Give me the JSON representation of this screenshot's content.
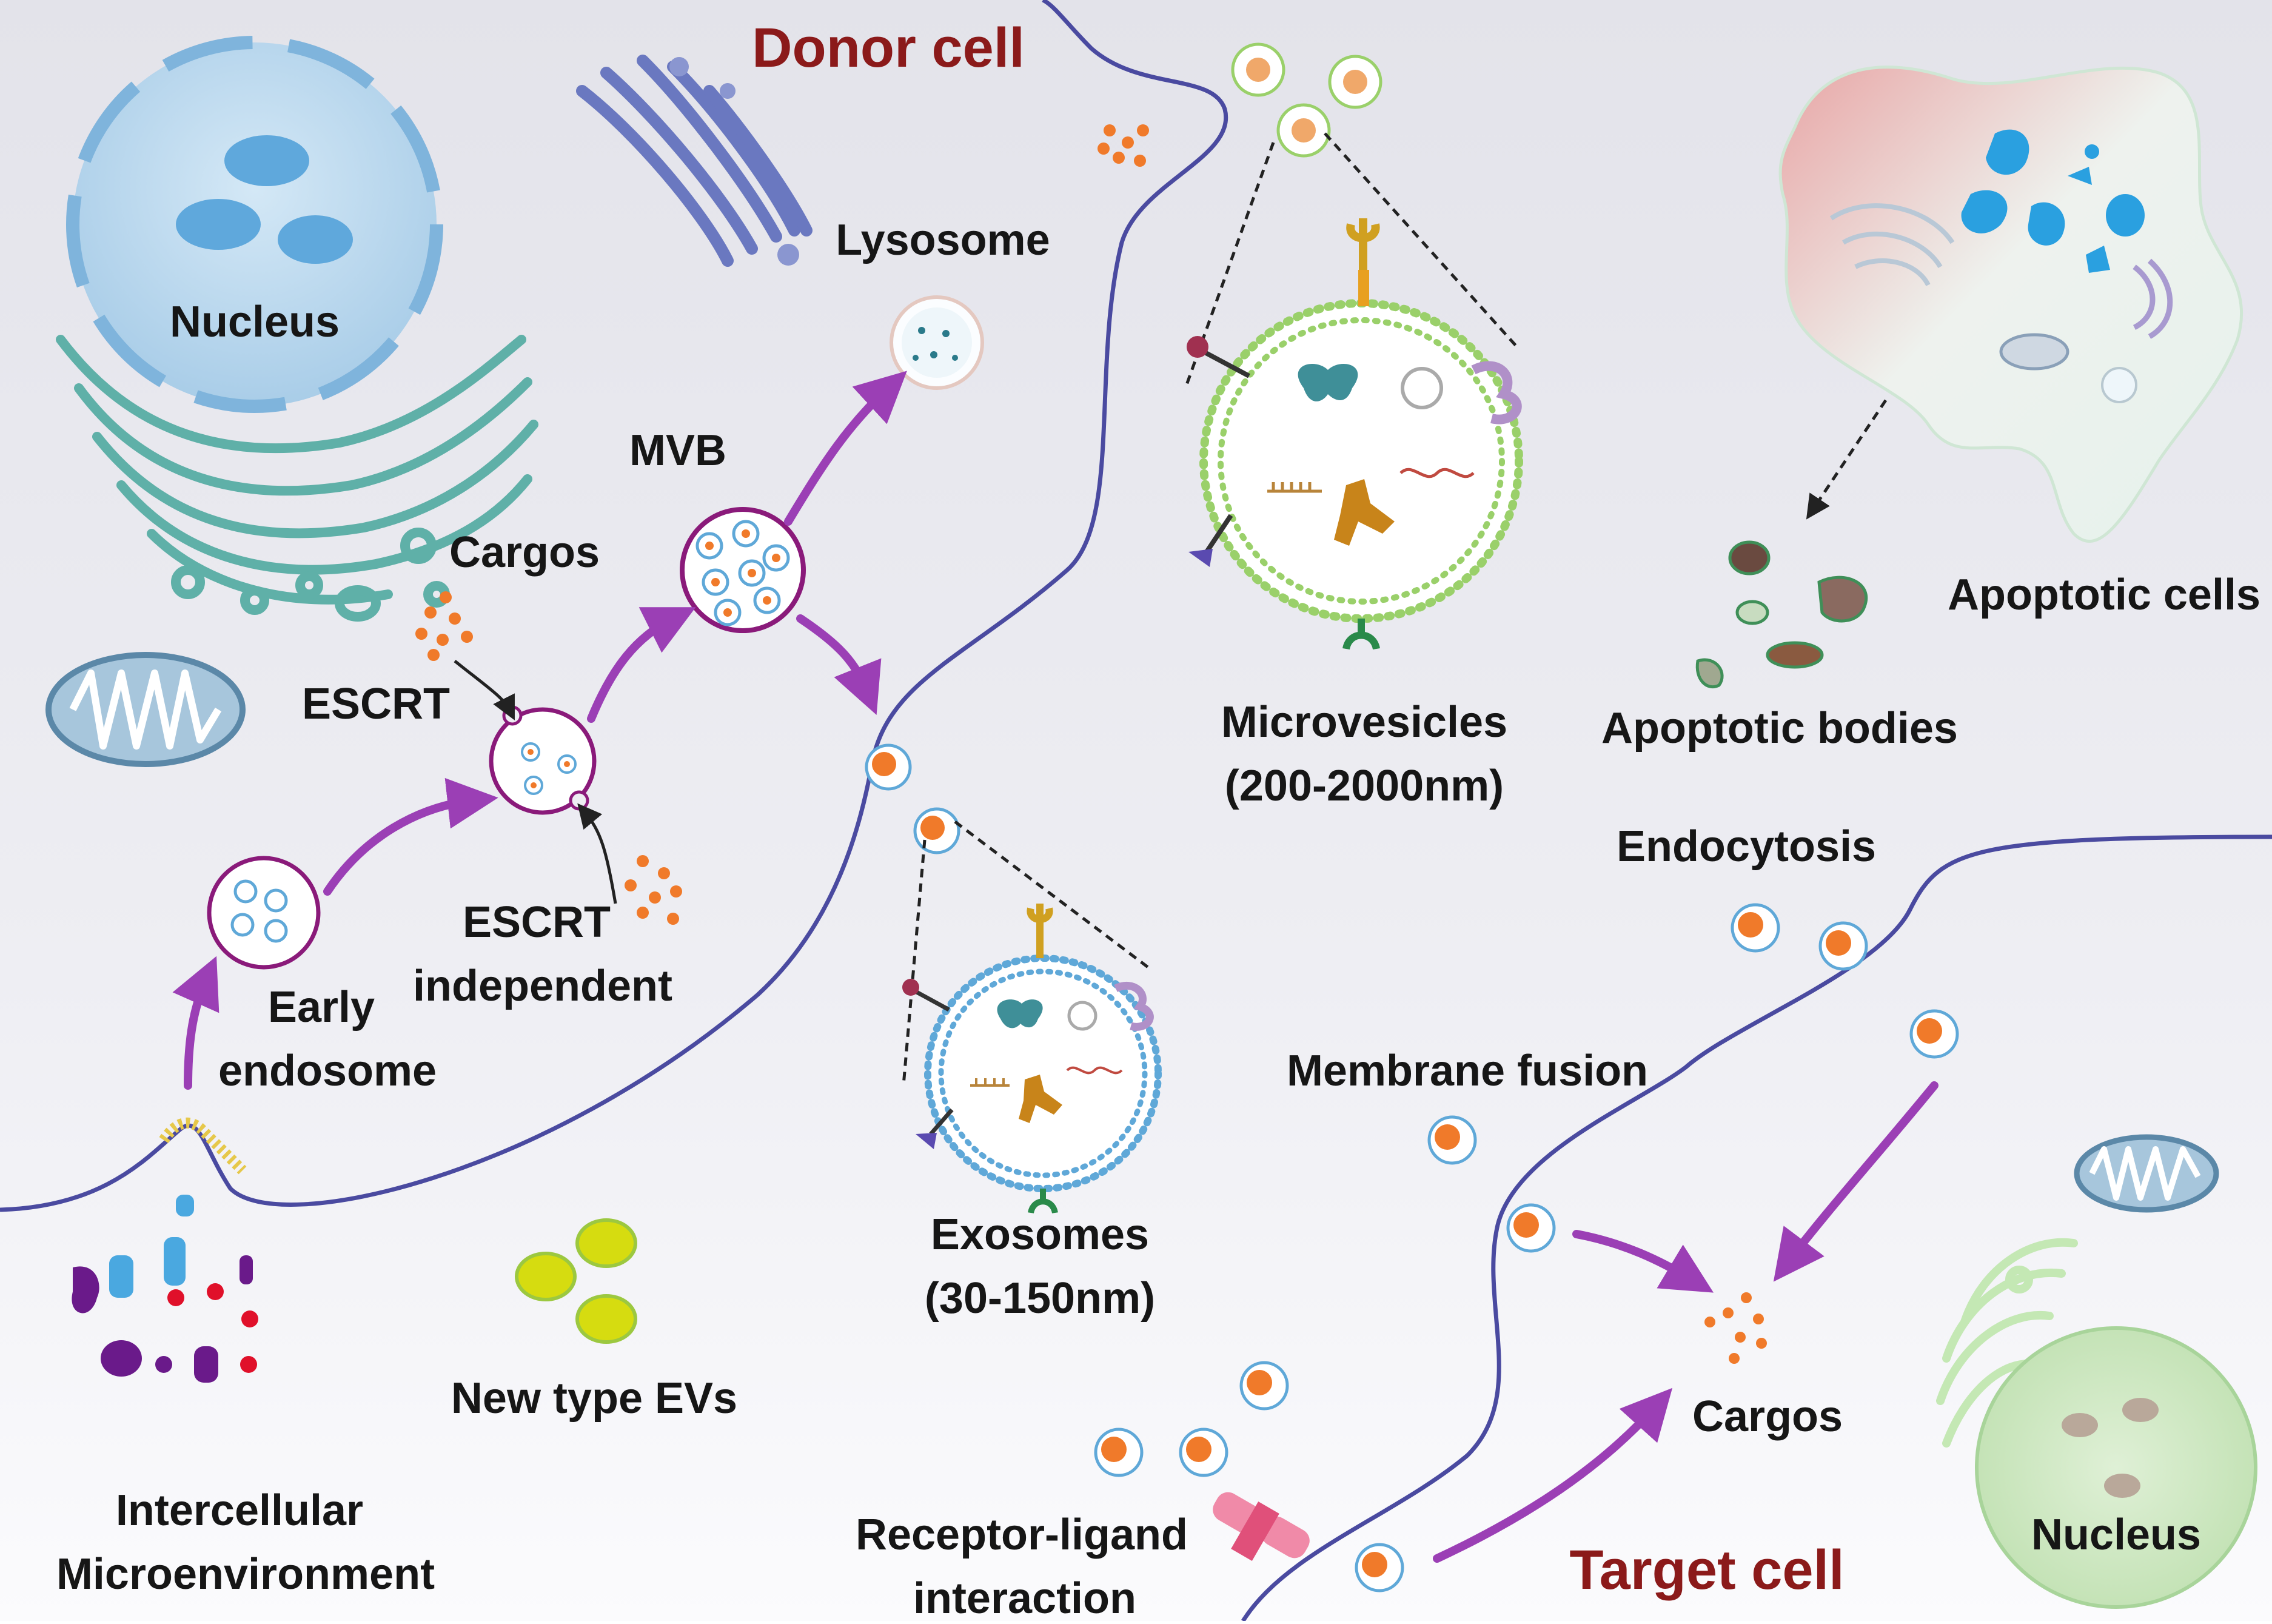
{
  "labels": {
    "donor_cell": "Donor cell",
    "target_cell": "Target cell",
    "nucleus_donor": "Nucleus",
    "nucleus_target": "Nucleus",
    "lysosome": "Lysosome",
    "mvb": "MVB",
    "cargos_donor": "Cargos",
    "cargos_target": "Cargos",
    "escrt": "ESCRT",
    "escrt_independent_1": "ESCRT",
    "escrt_independent_2": "independent",
    "early_endosome_1": "Early",
    "early_endosome_2": "endosome",
    "microvesicles_1": "Microvesicles",
    "microvesicles_2": "(200-2000nm)",
    "exosomes_1": "Exosomes",
    "exosomes_2": "(30-150nm)",
    "apoptotic_cells": "Apoptotic cells",
    "apoptotic_bodies": "Apoptotic bodies",
    "endocytosis": "Endocytosis",
    "membrane_fusion": "Membrane fusion",
    "receptor_ligand_1": "Receptor-ligand",
    "receptor_ligand_2": "interaction",
    "new_type_evs": "New type EVs",
    "microenvironment_1": "Intercellular",
    "microenvironment_2": "Microenvironment"
  },
  "colors": {
    "title": "#8b1a1a",
    "membrane": "#4a4aa0",
    "arrow": "#9b3fb5",
    "vesicle_outline": "#8a1a7a",
    "cargo_dot": "#f07a2a",
    "nucleus": "#bcd8ee",
    "er": "#5fb0a8",
    "golgi": "#6a78c0",
    "microvesicle_membrane": "#9ad06a",
    "exosome_membrane": "#5fa8d8"
  }
}
